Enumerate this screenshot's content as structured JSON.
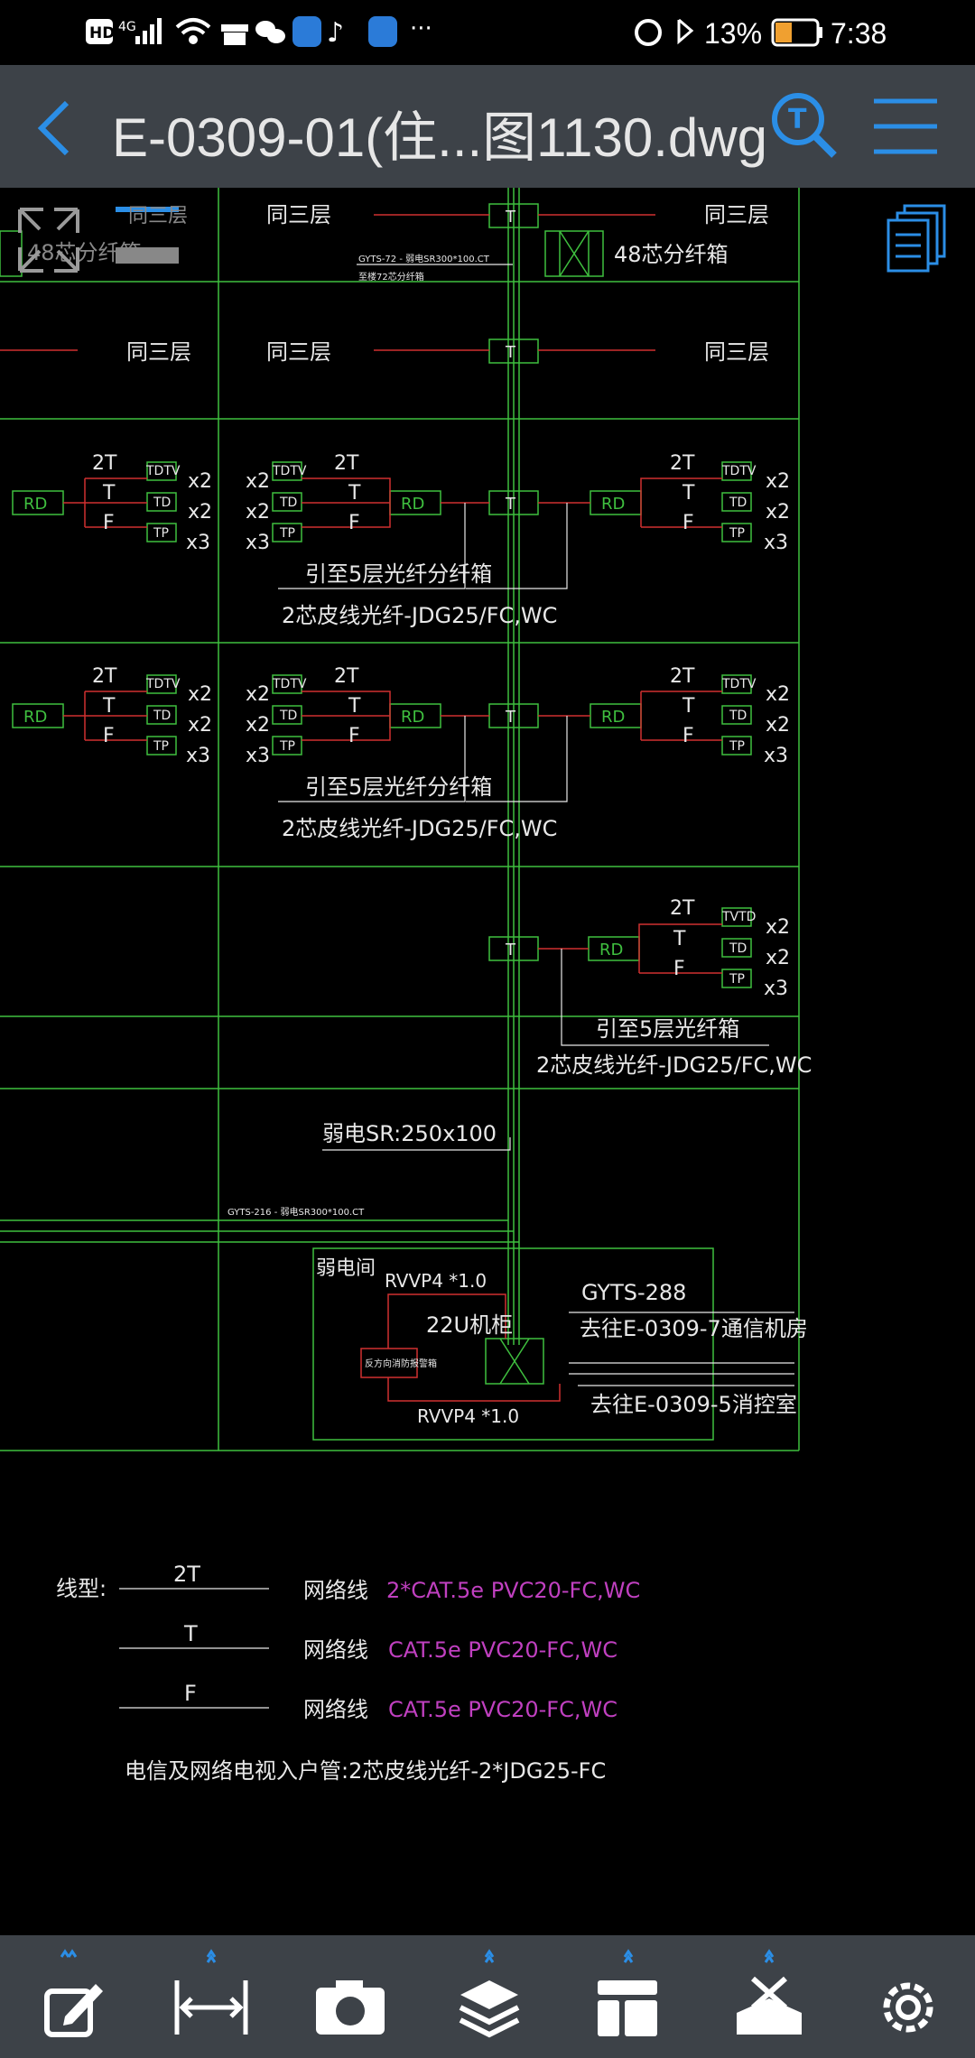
{
  "status_bar": {
    "network": "4G",
    "more": "···",
    "battery": "13%",
    "time": "7:38"
  },
  "app_bar": {
    "back_icon": "chevron-left-icon",
    "title": "E-0309-01(住...图1130.dwg",
    "search_icon": "search-text-icon",
    "menu_icon": "hamburger-menu-icon",
    "accent": "#2b8ee6"
  },
  "drawing": {
    "floor_same3": "同三层",
    "box48": "48芯分纤箱",
    "box48_overlap": "48芯分纤箱",
    "gyts72": "GYTS-72 - 弱电SR300*100.CT",
    "gyts72_sub": "至楼72芯分纤箱",
    "t": "T",
    "two_t": "2T",
    "f": "F",
    "rd": "RD",
    "tdtv": "TDTV",
    "tvtd": "TVTD",
    "td": "TD",
    "tp": "TP",
    "x2": "x2",
    "x3": "x3",
    "lead5_box": "引至5层光纤分纤箱",
    "lead5": "引至5层光纤箱",
    "fiber_line": "2芯皮线光纤-JDG25/FC,WC",
    "sr250": "弱电SR:250x100",
    "gyts216": "GYTS-216 - 弱电SR300*100.CT",
    "room": "弱电间",
    "rvvp_top": "RVVP4 *1.0",
    "rvvp_bottom": "RVVP4 *1.0",
    "rack": "22U机柜",
    "red_box": "反方向消防报警箱",
    "gyts288": "GYTS-288",
    "to_e7": "去往E-0309-7通信机房",
    "to_e5": "去往E-0309-5消控室"
  },
  "legend": {
    "label": "线型:",
    "rows": [
      {
        "line": "2T",
        "kind": "网络线",
        "spec": "2*CAT.5e PVC20-FC,WC"
      },
      {
        "line": "T",
        "kind": "网络线",
        "spec": "CAT.5e PVC20-FC,WC"
      },
      {
        "line": "F",
        "kind": "网络线",
        "spec": "CAT.5e PVC20-FC,WC"
      }
    ],
    "note": "电信及网络电视入户管:2芯皮线光纤-2*JDG25-FC",
    "spec_color": "#c040c0"
  },
  "toolbar": {
    "items": [
      "edit-icon",
      "measure-icon",
      "camera-icon",
      "layers-icon",
      "layout-icon",
      "tools-icon",
      "settings-icon"
    ]
  },
  "colors": {
    "green": "#3fbf3f",
    "red": "#d03030",
    "white": "#e8e8e8",
    "bar": "#3d4248",
    "icon": "#2b8ee6"
  }
}
